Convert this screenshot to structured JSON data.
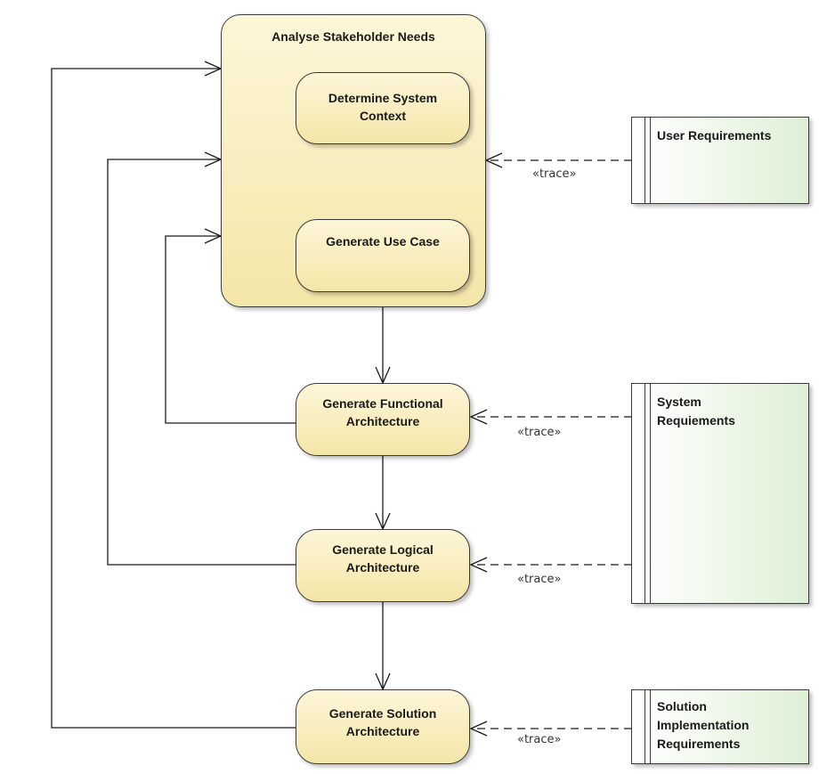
{
  "container": {
    "title": "Analyse Stakeholder Needs"
  },
  "actions": {
    "determine_context": "Determine System\nContext",
    "generate_use_case": "Generate Use Case",
    "functional_arch": "Generate Functional\nArchitecture",
    "logical_arch": "Generate Logical\nArchitecture",
    "solution_arch": "Generate Solution\nArchitecture"
  },
  "requirements": {
    "user": "User Requirements",
    "system": "System\nRequiements",
    "solution": "Solution\nImplementation\nRequirements"
  },
  "trace_label": "«trace»",
  "colors": {
    "action_fill": "#f4e6a8",
    "requirement_fill": "#dff0d6",
    "line": "#1a1a1a"
  }
}
